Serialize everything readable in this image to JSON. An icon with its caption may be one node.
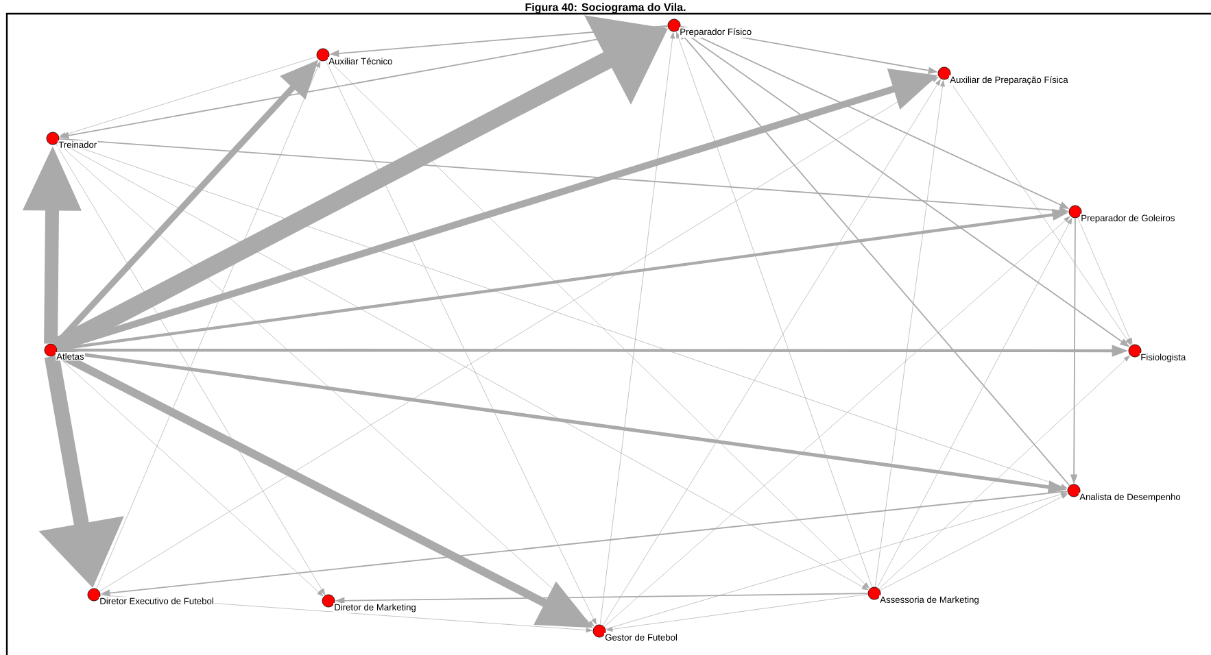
{
  "diagram": {
    "title": "Figura 40: Sociograma do Vila.",
    "nodes": [
      {
        "text": [],
        "shape": "circle",
        "beside": [
          "Preparador Físico"
        ]
      },
      {
        "text": [],
        "shape": "circle",
        "beside": [
          "Auxiliar Técnico"
        ]
      },
      {
        "text": [],
        "shape": "circle",
        "beside": [
          "Auxiliar de Preparação Física"
        ]
      },
      {
        "text": [],
        "shape": "circle",
        "beside": [
          "Treinador"
        ]
      },
      {
        "text": [],
        "shape": "circle",
        "beside": [
          "Preparador de Goleiros"
        ]
      },
      {
        "text": [],
        "shape": "circle",
        "beside": [
          "Atletas"
        ]
      },
      {
        "text": [],
        "shape": "circle",
        "beside": [
          "Fisiologista"
        ]
      },
      {
        "text": [],
        "shape": "circle",
        "beside": [
          "Analista de Desempenho"
        ]
      },
      {
        "text": [],
        "shape": "circle",
        "beside": [
          "Assessoria de Marketing"
        ]
      },
      {
        "text": [],
        "shape": "circle",
        "beside": [
          "Diretor Executivo de Futebol"
        ]
      },
      {
        "text": [],
        "shape": "circle",
        "beside": [
          "Diretor de Marketing"
        ]
      },
      {
        "text": [],
        "shape": "circle",
        "beside": [
          "Gestor de Futebol"
        ]
      }
    ],
    "edges": [
      {
        "from": 5,
        "to": 3,
        "arrow": "to",
        "style": "thick"
      },
      {
        "from": 5,
        "to": 0,
        "arrow": "to",
        "style": "thick"
      },
      {
        "from": 5,
        "to": 9,
        "arrow": "to",
        "style": "thick"
      },
      {
        "from": 5,
        "to": 1,
        "arrow": "to",
        "style": "thick"
      },
      {
        "from": 5,
        "to": 2,
        "arrow": "to",
        "style": "thick"
      },
      {
        "from": 5,
        "to": 11,
        "arrow": "to",
        "style": "thick"
      },
      {
        "from": 5,
        "to": 4,
        "arrow": "to",
        "style": "thick"
      },
      {
        "from": 5,
        "to": 6,
        "arrow": "to",
        "style": "thick"
      },
      {
        "from": 5,
        "to": 7,
        "arrow": "to",
        "style": "thick"
      },
      {
        "from": 5,
        "to": 10,
        "arrow": "to"
      },
      {
        "from": 0,
        "to": 1,
        "arrow": "to"
      },
      {
        "from": 0,
        "to": 3,
        "arrow": "to"
      },
      {
        "from": 1,
        "to": 3,
        "arrow": "to"
      },
      {
        "from": 3,
        "to": 4,
        "arrow": "to"
      },
      {
        "from": 0,
        "to": 2,
        "arrow": "to"
      },
      {
        "from": 0,
        "to": 4,
        "arrow": "to"
      },
      {
        "from": 0,
        "to": 6,
        "arrow": "to"
      },
      {
        "from": 7,
        "to": 0,
        "arrow": "to"
      },
      {
        "from": 4,
        "to": 7,
        "arrow": "to"
      },
      {
        "from": 7,
        "to": 9,
        "arrow": "to"
      },
      {
        "from": 8,
        "to": 10,
        "arrow": "to"
      },
      {
        "from": 3,
        "to": 7,
        "arrow": "to"
      },
      {
        "from": 3,
        "to": 8,
        "arrow": "to"
      },
      {
        "from": 3,
        "to": 11,
        "arrow": "to"
      },
      {
        "from": 3,
        "to": 10,
        "arrow": "to"
      },
      {
        "from": 1,
        "to": 11,
        "arrow": "to"
      },
      {
        "from": 1,
        "to": 8,
        "arrow": "to"
      },
      {
        "from": 9,
        "to": 1,
        "arrow": "to"
      },
      {
        "from": 8,
        "to": 0,
        "arrow": "to"
      },
      {
        "from": 11,
        "to": 0,
        "arrow": "to"
      },
      {
        "from": 8,
        "to": 2,
        "arrow": "to"
      },
      {
        "from": 11,
        "to": 2,
        "arrow": "to"
      },
      {
        "from": 9,
        "to": 2,
        "arrow": "to"
      },
      {
        "from": 2,
        "to": 6,
        "arrow": "to"
      },
      {
        "from": 8,
        "to": 4,
        "arrow": "to"
      },
      {
        "from": 11,
        "to": 4,
        "arrow": "to"
      },
      {
        "from": 4,
        "to": 6,
        "arrow": "to"
      },
      {
        "from": 8,
        "to": 7,
        "arrow": "to"
      },
      {
        "from": 11,
        "to": 7,
        "arrow": "to"
      },
      {
        "from": 8,
        "to": 6,
        "arrow": "to"
      },
      {
        "from": 8,
        "to": 11,
        "arrow": "to"
      },
      {
        "from": 9,
        "to": 11,
        "arrow": "to"
      }
    ]
  }
}
